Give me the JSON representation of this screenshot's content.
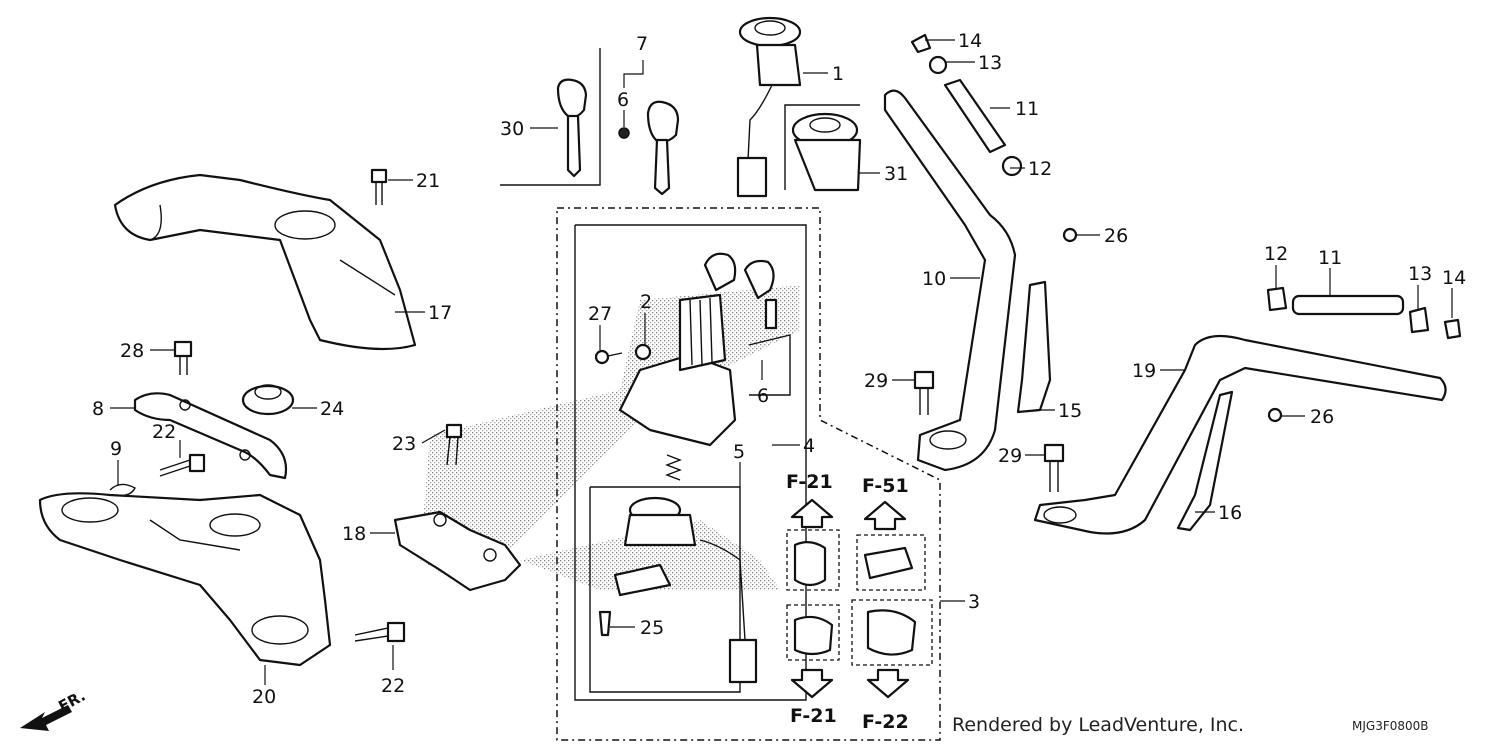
{
  "diagram": {
    "callouts": {
      "c1": "1",
      "c2": "2",
      "c3": "3",
      "c4": "4",
      "c5": "5",
      "c6a": "6",
      "c6b": "6",
      "c7": "7",
      "c8": "8",
      "c9": "9",
      "c10": "10",
      "c11a": "11",
      "c11b": "11",
      "c12a": "12",
      "c12b": "12",
      "c13a": "13",
      "c13b": "13",
      "c14a": "14",
      "c14b": "14",
      "c15": "15",
      "c16": "16",
      "c17": "17",
      "c18": "18",
      "c19": "19",
      "c20": "20",
      "c21": "21",
      "c22a": "22",
      "c22b": "22",
      "c23": "23",
      "c24": "24",
      "c25": "25",
      "c26a": "26",
      "c26b": "26",
      "c27": "27",
      "c28": "28",
      "c29a": "29",
      "c29b": "29",
      "c30": "30",
      "c31": "31"
    },
    "references": {
      "f21_top": "F-21",
      "f51_top": "F-51",
      "f21_bottom": "F-21",
      "f22_bottom": "F-22"
    },
    "direction_label": "FR.",
    "credit": "Rendered by LeadVenture, Inc.",
    "diagram_code": "MJG3F0800B"
  }
}
